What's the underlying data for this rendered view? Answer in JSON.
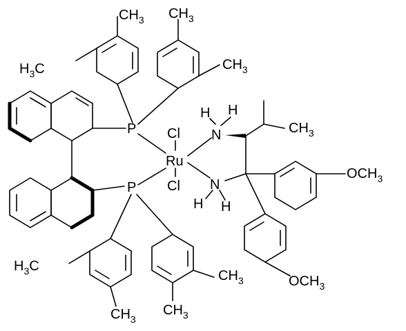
{
  "labels": {
    "ch3_tl1": "CH",
    "ch3_tl1_sub": "3",
    "ch3_tl2": "CH",
    "ch3_tl2_sub": "3",
    "h3c_left": "H",
    "h3c_left_sub": "3",
    "h3c_left_c": "C",
    "ch3_tr": "CH",
    "ch3_tr_sub": "3",
    "p_top": "P",
    "p_bottom": "P",
    "ru": "Ru",
    "cl_top": "Cl",
    "cl_bottom": "Cl",
    "n_top": "N",
    "n_bottom": "N",
    "h_top1": "H",
    "h_top2": "H",
    "h_bot1": "H",
    "h_bot2": "H",
    "ch3_iso": "CH",
    "ch3_iso_sub": "3",
    "och3_right": "OCH",
    "och3_right_sub": "3",
    "och3_bottom": "OCH",
    "och3_bottom_sub": "3",
    "h3c_bl": "H",
    "h3c_bl_sub": "3",
    "h3c_bl_c": "C",
    "ch3_bm": "CH",
    "ch3_bm_sub": "3",
    "ch3_bl2": "CH",
    "ch3_bl2_sub": "3",
    "ch3_br2": "CH",
    "ch3_br2_sub": "3"
  }
}
